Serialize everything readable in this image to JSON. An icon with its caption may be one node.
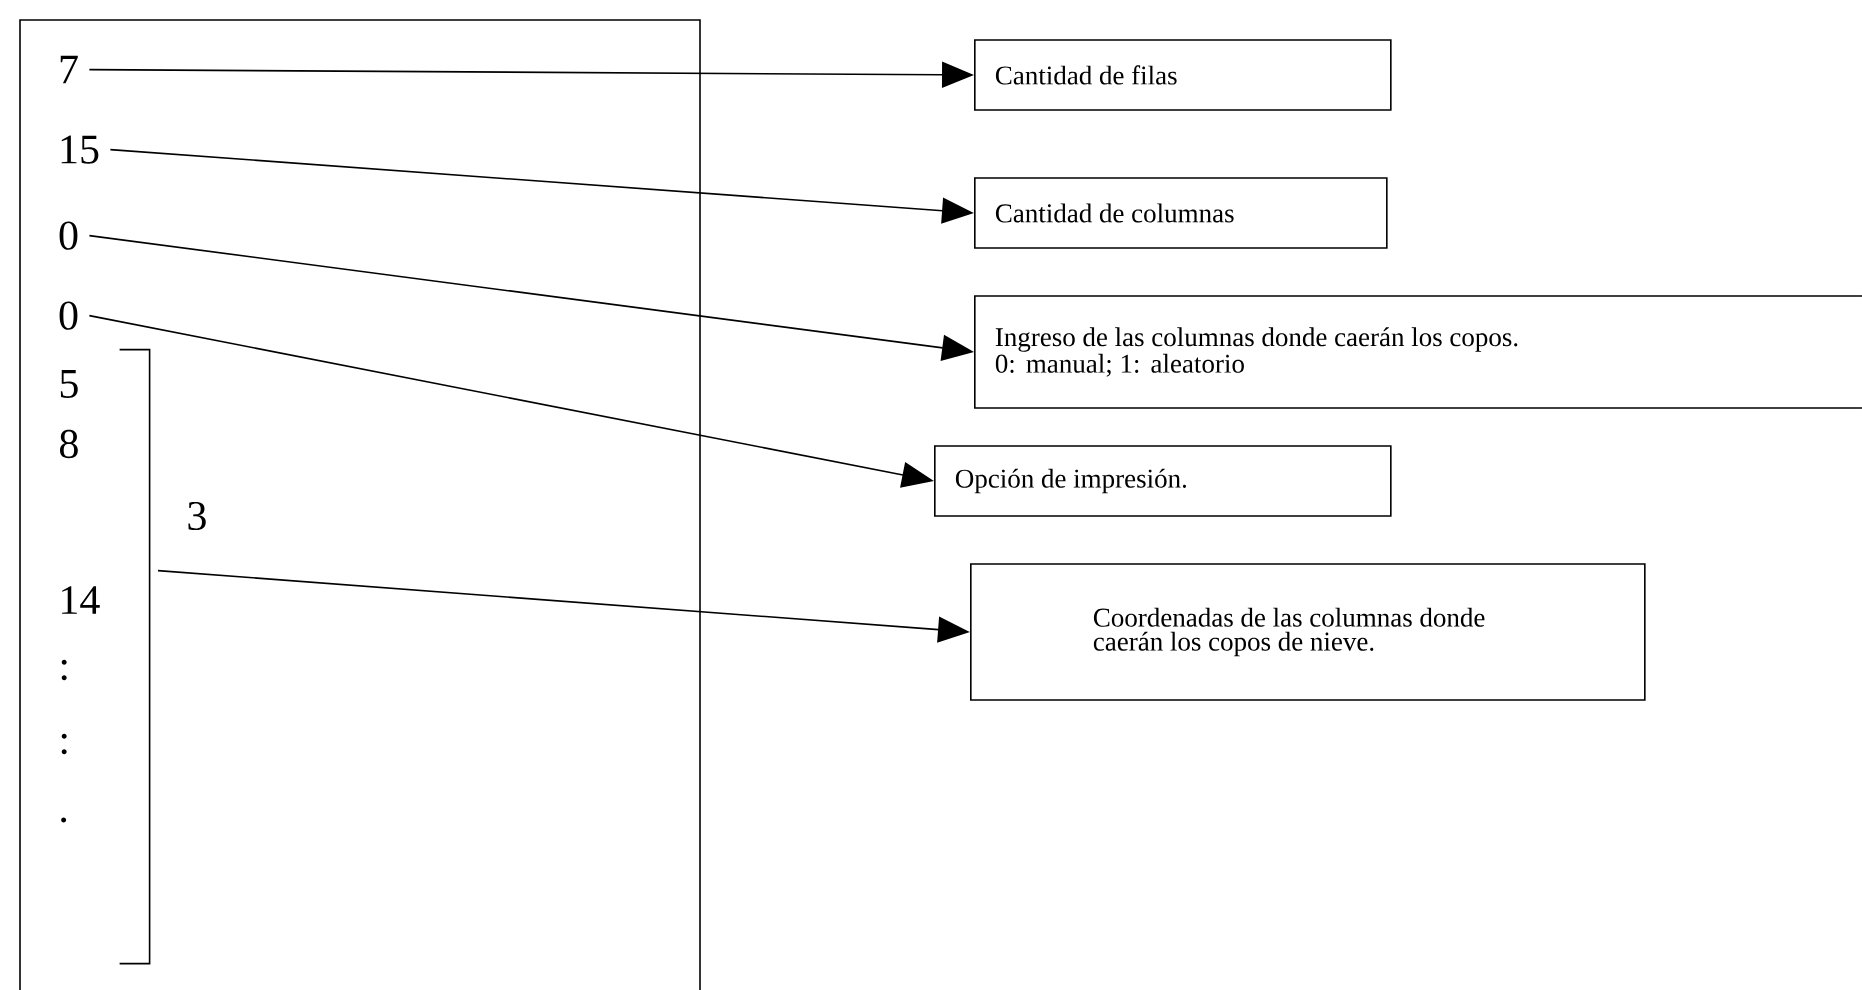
{
  "diagram": {
    "nodes": [
      {
        "text": [],
        "shape": "box"
      },
      {
        "text": [
          "7"
        ],
        "in": 0
      },
      {
        "text": [
          "15"
        ],
        "in": 0
      },
      {
        "text": [
          "0"
        ],
        "in": 0
      },
      {
        "text": [
          "0"
        ],
        "in": 0
      },
      {
        "text": [],
        "shape": "bracket",
        "in": 0
      },
      {
        "text": [
          "Cantidad de filas"
        ]
      },
      {
        "text": [
          "Cantidad de columnas"
        ]
      },
      {
        "text": [
          "Ingreso de las columnas donde caerán los copos.",
          "0: manual; 1: aleatorio"
        ]
      },
      {
        "text": [
          "Opción de impresión."
        ]
      },
      {
        "text": [
          "Coordenadas de las columnas donde caerán los copos de nieve."
        ]
      }
    ],
    "edges": [
      {
        "from": 1,
        "to": 6,
        "arrow": "to"
      },
      {
        "from": 2,
        "to": 7,
        "arrow": "to"
      },
      {
        "from": 3,
        "to": 8,
        "arrow": "to"
      },
      {
        "from": 4,
        "to": 9,
        "arrow": "to"
      },
      {
        "from": 5,
        "to": 10,
        "arrow": "to"
      }
    ],
    "labels": [
      "5",
      "8",
      "3",
      "14",
      ":",
      ":",
      "."
    ]
  }
}
